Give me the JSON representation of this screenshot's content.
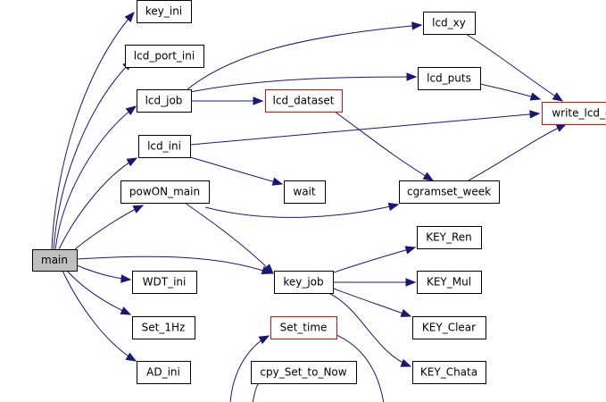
{
  "colors": {
    "edge": "#191970",
    "node_border": "#000000",
    "highlight_border": "#ff0000",
    "root_fill": "#bfbfbf",
    "background": "#ffffff"
  },
  "nodes": [
    {
      "id": "main",
      "label": "main",
      "style": "root"
    },
    {
      "id": "key_ini",
      "label": "key_ini"
    },
    {
      "id": "lcd_port_ini",
      "label": "lcd_port_ini"
    },
    {
      "id": "lcd_job",
      "label": "lcd_job"
    },
    {
      "id": "lcd_ini",
      "label": "lcd_ini"
    },
    {
      "id": "powON_main",
      "label": "powON_main"
    },
    {
      "id": "WDT_ini",
      "label": "WDT_ini"
    },
    {
      "id": "Set_1Hz",
      "label": "Set_1Hz"
    },
    {
      "id": "AD_ini",
      "label": "AD_ini"
    },
    {
      "id": "lcd_xy",
      "label": "lcd_xy"
    },
    {
      "id": "lcd_puts",
      "label": "lcd_puts"
    },
    {
      "id": "lcd_dataset",
      "label": "lcd_dataset",
      "style": "red"
    },
    {
      "id": "write_lcd",
      "label": "write_lcd_d",
      "style": "red"
    },
    {
      "id": "wait",
      "label": "wait"
    },
    {
      "id": "cgramset_week",
      "label": "cgramset_week"
    },
    {
      "id": "key_job",
      "label": "key_job"
    },
    {
      "id": "KEY_Ren",
      "label": "KEY_Ren"
    },
    {
      "id": "KEY_Mul",
      "label": "KEY_Mul"
    },
    {
      "id": "KEY_Clear",
      "label": "KEY_Clear"
    },
    {
      "id": "KEY_Chata",
      "label": "KEY_Chata"
    },
    {
      "id": "Set_time",
      "label": "Set_time",
      "style": "red"
    },
    {
      "id": "cpy_Set_to_Now",
      "label": "cpy_Set_to_Now"
    }
  ],
  "edges": [
    {
      "from": "main",
      "to": "key_ini"
    },
    {
      "from": "main",
      "to": "lcd_port_ini"
    },
    {
      "from": "main",
      "to": "lcd_job"
    },
    {
      "from": "main",
      "to": "lcd_ini"
    },
    {
      "from": "main",
      "to": "powON_main"
    },
    {
      "from": "main",
      "to": "key_job"
    },
    {
      "from": "main",
      "to": "WDT_ini"
    },
    {
      "from": "main",
      "to": "Set_1Hz"
    },
    {
      "from": "main",
      "to": "AD_ini"
    },
    {
      "from": "lcd_job",
      "to": "lcd_xy"
    },
    {
      "from": "lcd_job",
      "to": "lcd_puts"
    },
    {
      "from": "lcd_job",
      "to": "lcd_dataset"
    },
    {
      "from": "lcd_xy",
      "to": "write_lcd"
    },
    {
      "from": "lcd_puts",
      "to": "write_lcd"
    },
    {
      "from": "lcd_dataset",
      "to": "cgramset_week"
    },
    {
      "from": "lcd_ini",
      "to": "write_lcd"
    },
    {
      "from": "lcd_ini",
      "to": "wait"
    },
    {
      "from": "powON_main",
      "to": "cgramset_week"
    },
    {
      "from": "powON_main",
      "to": "key_job"
    },
    {
      "from": "cgramset_week",
      "to": "write_lcd"
    },
    {
      "from": "key_job",
      "to": "KEY_Ren"
    },
    {
      "from": "key_job",
      "to": "KEY_Mul"
    },
    {
      "from": "key_job",
      "to": "KEY_Clear"
    },
    {
      "from": "key_job",
      "to": "KEY_Chata"
    },
    {
      "from": "Set_time",
      "to": ""
    },
    {
      "from": "",
      "to": "Set_time"
    },
    {
      "from": "",
      "to": "cpy_Set_to_Now"
    }
  ]
}
